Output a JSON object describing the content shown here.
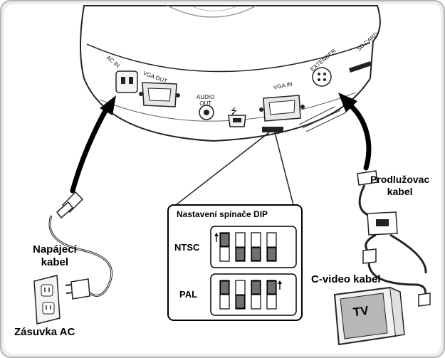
{
  "ports": {
    "ac_in": "AC IN",
    "vga_out": "VGA OUT",
    "audio_out_line1": "AUDIO",
    "audio_out_line2": "OUT",
    "usb_symbol": "⭍",
    "vga_in": "VGA IN",
    "extender": "EXTENDER",
    "sd_card": "SD CARD"
  },
  "callouts": {
    "power_cable_line1": "Napájecí",
    "power_cable_line2": "kabel",
    "ac_socket": "Zásuvka AC",
    "extension_cable_line1": "Prodlužovac",
    "extension_cable_line2": "kabel",
    "cvideo_cable": "C-video kabel",
    "tv": "TV"
  },
  "dip_panel": {
    "title": "Nastavení spínače DIP",
    "ntsc_label": "NTSC",
    "pal_label": "PAL",
    "ntsc_switches": [
      "up",
      "down",
      "down",
      "down"
    ],
    "pal_switches": [
      "up",
      "down",
      "up",
      "up"
    ]
  }
}
